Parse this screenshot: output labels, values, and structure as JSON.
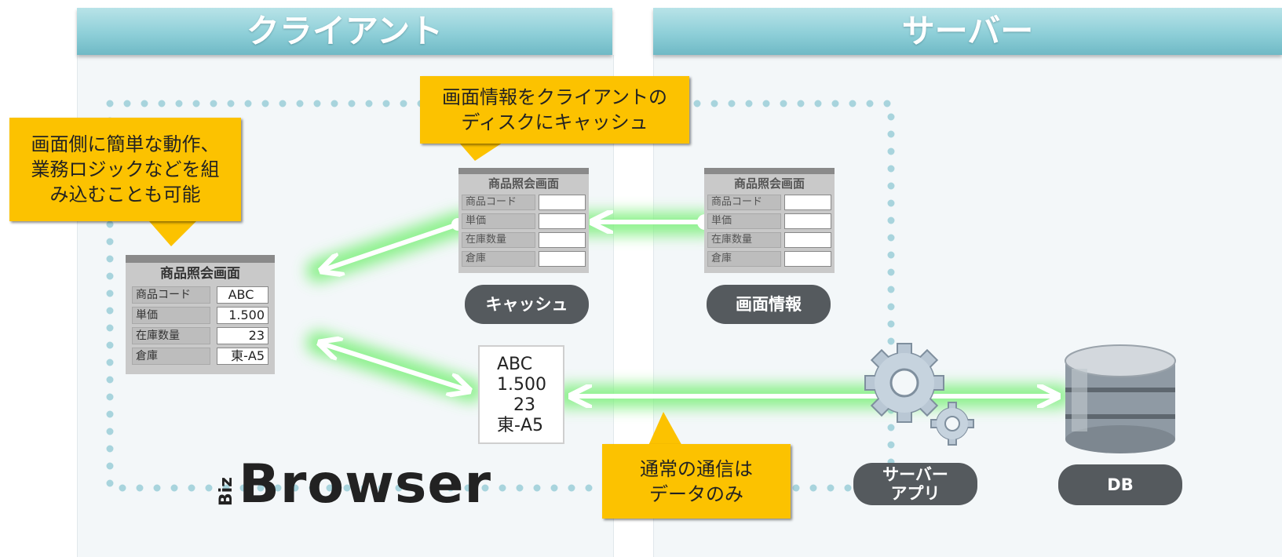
{
  "client_header": "クライアント",
  "server_header": "サーバー",
  "callouts": {
    "cache_disk": "画面情報をクライアントの\nディスクにキャッシュ",
    "screen_logic": "画面側に簡単な動作、\n業務ロジックなどを組\nみ込むことも可能",
    "normal_comm": "通常の通信は\nデータのみ"
  },
  "labels": {
    "cache": "キャッシュ",
    "screen_info": "画面情報",
    "server_app": "サーバー\nアプリ",
    "db": "DB"
  },
  "form": {
    "title": "商品照会画面",
    "fields": [
      "商品コード",
      "単価",
      "在庫数量",
      "倉庫"
    ]
  },
  "client_form_values": [
    "ABC",
    "1.500",
    "23",
    "東-A5"
  ],
  "data_card_lines": [
    "ABC",
    "1.500",
    "   23",
    "東-A5"
  ],
  "logo": {
    "prefix": "Biz",
    "name": "Browser"
  },
  "colors": {
    "callout": "#fcc200",
    "pill": "#555a5e",
    "header": "#8ecfd8",
    "dots": "#a8d4dd",
    "glow": "#7cf07a"
  }
}
